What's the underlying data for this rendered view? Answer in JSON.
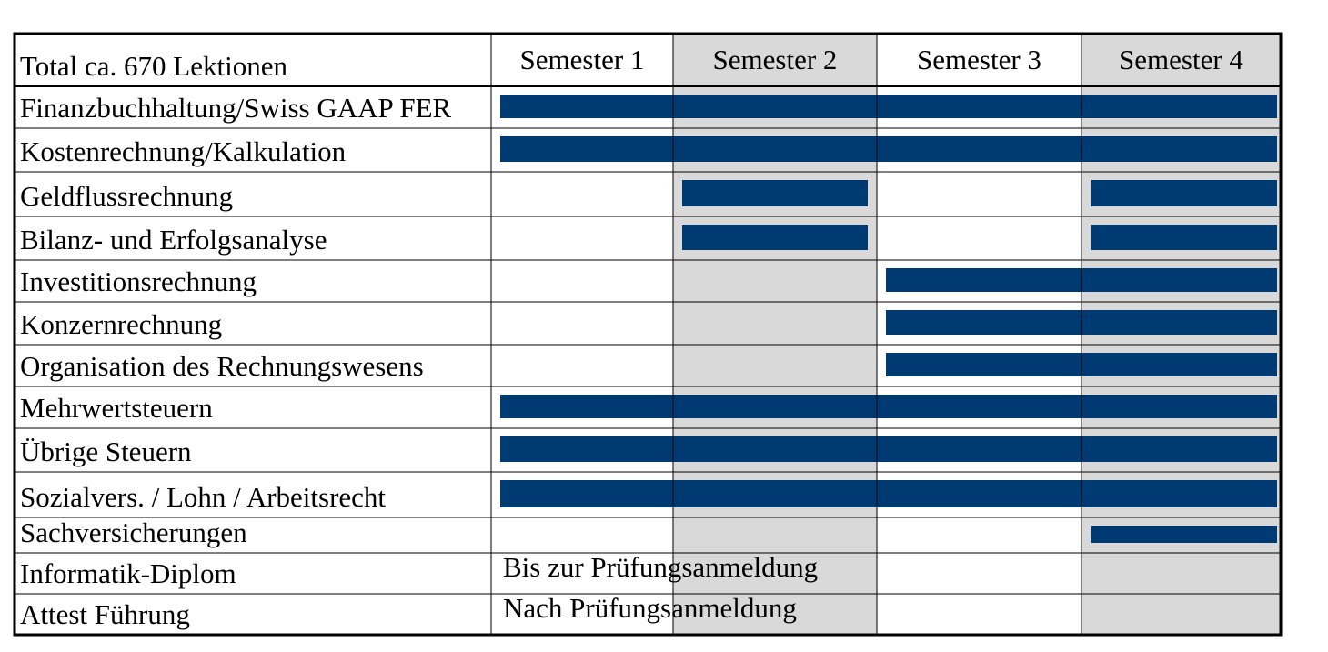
{
  "header": {
    "total_label": "Total ca. 670 Lektionen",
    "semesters": [
      "Semester 1",
      "Semester 2",
      "Semester 3",
      "Semester 4"
    ]
  },
  "colors": {
    "bar": "#003a73",
    "shaded_column": "#d9d9d9",
    "grid": "#000000",
    "background": "#ffffff"
  },
  "chart_data": {
    "type": "gantt",
    "title": "Total ca. 670 Lektionen",
    "columns": [
      "Semester 1",
      "Semester 2",
      "Semester 3",
      "Semester 4"
    ],
    "shaded_columns": [
      "Semester 2",
      "Semester 4"
    ],
    "rows": [
      {
        "label": "Finanzbuchhaltung/Swiss GAAP FER",
        "spans": [
          [
            1,
            4
          ]
        ]
      },
      {
        "label": "Kostenrechnung/Kalkulation",
        "spans": [
          [
            1,
            4
          ]
        ]
      },
      {
        "label": "Geldflussrechnung",
        "spans": [
          [
            2,
            2
          ],
          [
            4,
            4
          ]
        ]
      },
      {
        "label": "Bilanz- und Erfolgsanalyse",
        "spans": [
          [
            2,
            2
          ],
          [
            4,
            4
          ]
        ]
      },
      {
        "label": "Investitionsrechnung",
        "spans": [
          [
            3,
            4
          ]
        ]
      },
      {
        "label": "Konzernrechnung",
        "spans": [
          [
            3,
            4
          ]
        ]
      },
      {
        "label": "Organisation des Rechnungswesens",
        "spans": [
          [
            3,
            4
          ]
        ]
      },
      {
        "label": "Mehrwertsteuern",
        "spans": [
          [
            1,
            4
          ]
        ]
      },
      {
        "label": "Übrige Steuern",
        "spans": [
          [
            1,
            4
          ]
        ]
      },
      {
        "label": "Sozialvers. / Lohn / Arbeitsrecht",
        "spans": [
          [
            1,
            4
          ]
        ]
      },
      {
        "label": "Sachversicherungen",
        "spans": [
          [
            4,
            4
          ]
        ]
      },
      {
        "label": "Informatik-Diplom",
        "spans": [],
        "note": "Bis zur Prüfungsanmeldung"
      },
      {
        "label": "Attest Führung",
        "spans": [],
        "note": "Nach Prüfungsanmeldung"
      }
    ]
  }
}
